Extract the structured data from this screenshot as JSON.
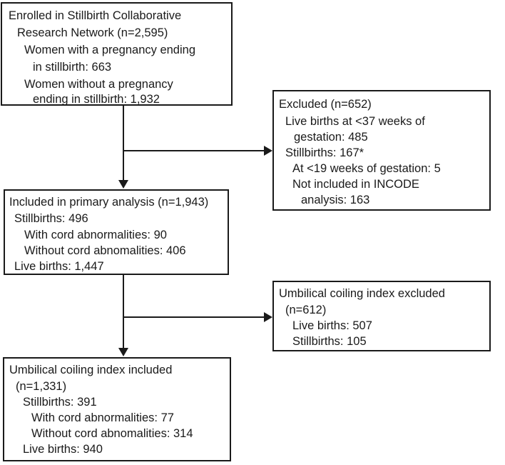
{
  "enrolled": {
    "lines": [
      "Enrolled in Stillbirth Collaborative",
      "Research Network (n=2,595)",
      "Women with a pregnancy ending",
      "in stillbirth: 663",
      "Women without a pregnancy",
      "ending in stillbirth: 1,932"
    ]
  },
  "excluded": {
    "lines": [
      "Excluded (n=652)",
      "Live births at <37 weeks of",
      "gestation: 485",
      "Stillbirths: 167*",
      "At <19 weeks of gestation: 5",
      "Not included in INCODE",
      "analysis: 163"
    ]
  },
  "primary": {
    "lines": [
      "Included in primary analysis (n=1,943)",
      "Stillbirths: 496",
      "With cord abnormalities: 90",
      "Without cord abnomalities: 406",
      "Live births: 1,447"
    ]
  },
  "uci_excluded": {
    "lines": [
      "Umbilical coiling index excluded",
      "(n=612)",
      "Live births: 507",
      "Stillbirths: 105"
    ]
  },
  "uci_included": {
    "lines": [
      "Umbilical coiling index included",
      "(n=1,331)",
      "Stillbirths: 391",
      "With cord abnormalities: 77",
      "Without cord abnomalities: 314",
      "Live births: 940"
    ]
  }
}
